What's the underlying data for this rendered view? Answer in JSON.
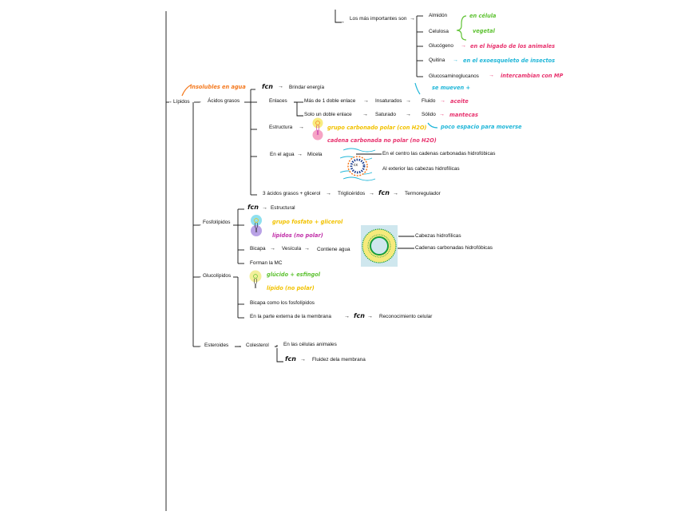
{
  "colors": {
    "orange": "#f47a20",
    "green": "#5ec232",
    "pink": "#e8336e",
    "cyan": "#1fb6d8",
    "yellow": "#f2c200",
    "magenta": "#c12fa8",
    "black": "#111111",
    "circle_green": "#169e3f",
    "circle_fill": "#f6ea7c",
    "circle_bg": "#cfe7ee"
  },
  "top": {
    "intro": "Los más importantes son",
    "items": [
      "Almidón",
      "Celulosa",
      "Glucógeno",
      "Quitina",
      "Glucosaminoglucanos"
    ],
    "notes": {
      "vegetal_group": [
        "en célula",
        "vegetal"
      ],
      "glucogeno": "en el hígado de los animales",
      "quitina": "en el exoesqueleto de insectos",
      "glucosaminoglucanos": "intercambian con MP"
    }
  },
  "root": {
    "label": "Lípidos",
    "note": "insolubles en agua"
  },
  "acidos": {
    "label": "Ácidos grasos",
    "fcn_word": "fcn",
    "fcn_value": "Brindar energía",
    "enlaces": {
      "label": "Enlaces",
      "rows": [
        {
          "a": "Más de 1 doble enlace",
          "b": "Insaturados",
          "c": "Fluido",
          "note": "aceite"
        },
        {
          "a": "Solo un doble enlace",
          "b": "Saturado",
          "c": "Sólido",
          "note": "mantecas"
        }
      ],
      "fluido_note": "se mueven +",
      "solido_note": "poco espacio para moverse"
    },
    "estructura": {
      "label": "Estructura",
      "polar": "grupo carbonado polar (con H2O)",
      "apolar": "cadena carbonada no polar (no H2O)"
    },
    "agua": {
      "label": "En el agua",
      "micela": "Micela",
      "micela_center": "cx",
      "centro": "En el centro las cadenas carbonadas hidrofóbicas",
      "exterior": "Al exterior las cabezas hidrofílicas"
    },
    "trigliceridos": {
      "formula": "3 ácidos grasos + glicerol",
      "result": "Triglicéridos",
      "fcn_word": "fcn",
      "fcn_value": "Termoregulador"
    }
  },
  "fosfolipidos": {
    "label": "Fosfolípidos",
    "fcn_word": "fcn",
    "fcn_value": "Estructural",
    "head": "grupo fosfato + glicerol",
    "tail": "lípidos (no polar)",
    "bicapa": "Bicapa",
    "vesicula": "Vesícula",
    "contiene": "Contiene agua",
    "forman": "Forman la MC",
    "cabezas": "Cabezas hidrofílicas",
    "cadenas": "Cadenas carbonadas hidrofóbicas"
  },
  "glucolipidos": {
    "label": "Glucolípidos",
    "head": "glúcido + esfingol",
    "tail": "lípido (no polar)",
    "bicapa": "Bicapa como los fosfolípidos",
    "parte": "En la parte externa de la membrana",
    "fcn_word": "fcn",
    "fcn_value": "Reconocimiento celular"
  },
  "esteroides": {
    "label": "Esteroides",
    "colesterol": "Colesterol",
    "celulas": "En las células animales",
    "fcn_word": "fcn",
    "fcn_value": "Fluidez dela membrana"
  }
}
